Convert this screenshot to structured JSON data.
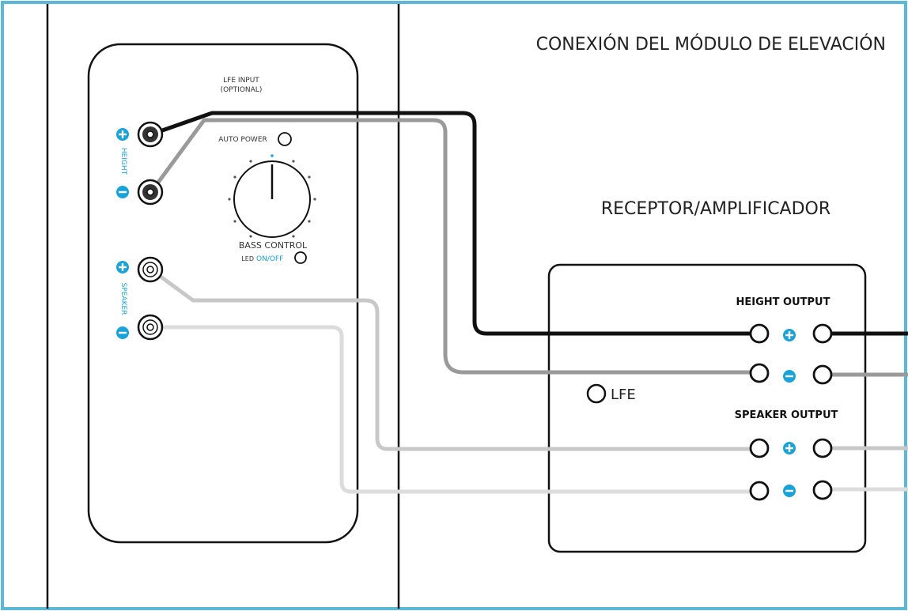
{
  "title": "CONEXIÓN DEL MÓDULO DE ELEVACIÓN",
  "module": {
    "lfe_input_line1": "LFE INPUT",
    "lfe_input_line2": "(OPTIONAL)",
    "auto_power": "AUTO POWER",
    "bass_control": "BASS CONTROL",
    "led_label": "LED",
    "led_state": "ON/OFF",
    "height_label": "HEIGHT",
    "speaker_label": "SPEAKER"
  },
  "receiver": {
    "title": "RECEPTOR/AMPLIFICADOR",
    "lfe": "LFE",
    "height_output": "HEIGHT OUTPUT",
    "speaker_output": "SPEAKER OUTPUT"
  },
  "colors": {
    "frame": "#5bb8d6",
    "accent": "#1aa3d9",
    "wire_black": "#111111",
    "wire_gray": "#9a9a9a",
    "wire_light": "#c8c8c8",
    "wire_lighter": "#dcdcdc"
  }
}
